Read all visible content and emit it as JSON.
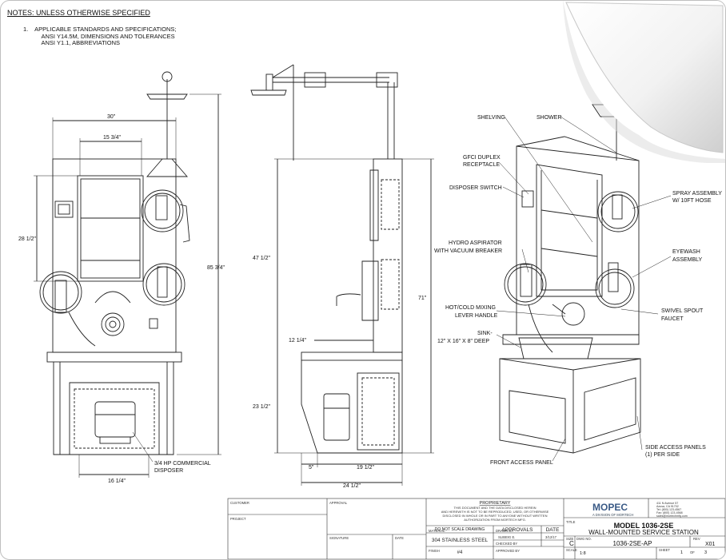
{
  "notes": {
    "title": "NOTES: UNLESS OTHERWISE SPECIFIED",
    "item1": "1.    APPLICABLE STANDARDS AND SPECIFICATIONS;\n           ANSI Y14.5M, DIMENSIONS AND TOLERANCES\n           ANSI Y1.1, ABBREVIATIONS"
  },
  "front_view": {
    "dim_width": "30\"",
    "dim_inner": "15 3/4\"",
    "dim_shelf": "28 1/2\"",
    "dim_height": "85 3/4\"",
    "dim_base": "16 1/4\"",
    "disposer_label_1": "3/4 HP COMMERCIAL",
    "disposer_label_2": "DISPOSER"
  },
  "side_view": {
    "dim_47": "47 1/2\"",
    "dim_71": "71\"",
    "dim_12": "12 1/4\"",
    "dim_23": "23 1/2\"",
    "dim_5": "5\"",
    "dim_19": "19 1/2\"",
    "dim_24": "24 1/2\""
  },
  "iso_labels": {
    "shelving": "SHELVING",
    "shower": "SHOWER",
    "gfci_1": "GFCI DUPLEX",
    "gfci_2": "RECEPTACLE",
    "disposer_switch": "DISPOSER SWITCH",
    "spray_1": "SPRAY ASSEMBLY",
    "spray_2": "W/ 10FT HOSE",
    "hydro_1": "HYDRO ASPIRATOR",
    "hydro_2": "WITH VACUUM BREAKER",
    "eyewash_1": "EYEWASH",
    "eyewash_2": "ASSEMBLY",
    "mix_1": "HOT/COLD MIXING",
    "mix_2": "LEVER HANDLE",
    "swivel_1": "SWIVEL SPOUT",
    "swivel_2": "FAUCET",
    "sink_1": "SINK-",
    "sink_2": "12\" X 16\" X 8\" DEEP",
    "side_panels_1": "SIDE ACCESS PANELS",
    "side_panels_2": "(1) PER SIDE",
    "front_panel": "FRONT ACCESS PANEL"
  },
  "title_block": {
    "customer": "CUSTOMER",
    "approval": "APPROVAL",
    "project": "PROJECT",
    "signature": "SIGNATURE",
    "date": "DATE",
    "proprietary": "PROPRIETARY",
    "proprietary_text": [
      "THIS DOCUMENT AND THE DATA DISCLOSED HEREIN",
      "AND HEREWITH IS NOT TO BE REPRODUCED, USED, OR OTHERWISE",
      "DISCLOSED IN WHOLE OR IN PART TO ANYONE WITHOUT WRITTEN",
      "AUTHORIZATION FROM MORTECH MFG."
    ],
    "do_not_scale": "DO NOT SCALE DRAWING",
    "approvals": "APPROVALS",
    "date_col": "DATE",
    "material_label": "MATERIAL",
    "material": "304 STAINLESS STEEL",
    "drawn_label": "DRAWN BY",
    "drawn_by": "SLIBEIG E.",
    "drawn_date": "3/12/17",
    "checked_label": "CHECKED BY",
    "finish_label": "FINISH",
    "finish": "#4",
    "approved_label": "APPROVED BY",
    "brand": "MOPEC",
    "brand_sub": "A DIVISION OF MORTECH",
    "address": [
      "411 N Avenue 57",
      "Azusa, CA 91702",
      "Tel: (800) 123-4567",
      "Fax: (800) 123-4568",
      "sales@mortechmfg.com"
    ],
    "title_label": "TITLE",
    "model": "MODEL 1036-2SE",
    "description": "WALL-MOUNTED SERVICE STATION",
    "size_label": "SIZE",
    "size": "C",
    "dwg_label": "DWG NO.",
    "dwg_no": "1036-2SE-AP",
    "rev_label": "REV",
    "rev": "X01",
    "scale_label": "SCALE",
    "scale": "1:8",
    "sheet_label": "SHEET",
    "sheet": "1",
    "of_label": "OF",
    "of": "3"
  }
}
